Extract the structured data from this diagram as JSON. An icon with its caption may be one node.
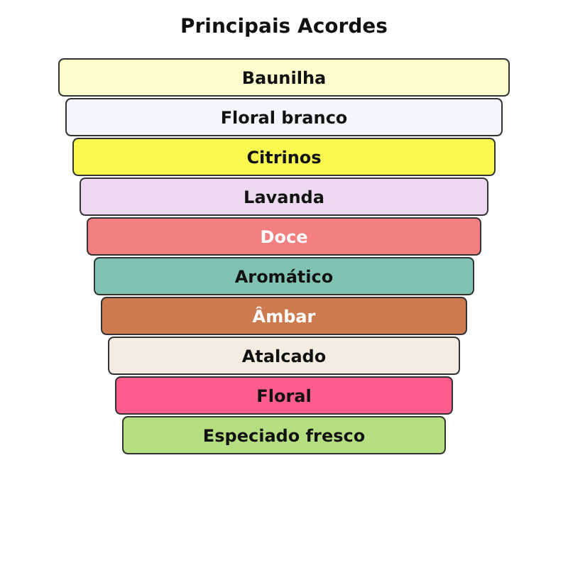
{
  "diagram": {
    "title": "Principais Acordes",
    "nodes": [
      {
        "text": [
          "Baunilha"
        ]
      },
      {
        "text": [
          "Floral branco"
        ]
      },
      {
        "text": [
          "Citrinos"
        ]
      },
      {
        "text": [
          "Lavanda"
        ]
      },
      {
        "text": [
          "Doce"
        ]
      },
      {
        "text": [
          "Aromático"
        ]
      },
      {
        "text": [
          "Âmbar"
        ]
      },
      {
        "text": [
          "Atalcado"
        ]
      },
      {
        "text": [
          "Floral"
        ]
      },
      {
        "text": [
          "Especiado fresco"
        ]
      }
    ]
  }
}
